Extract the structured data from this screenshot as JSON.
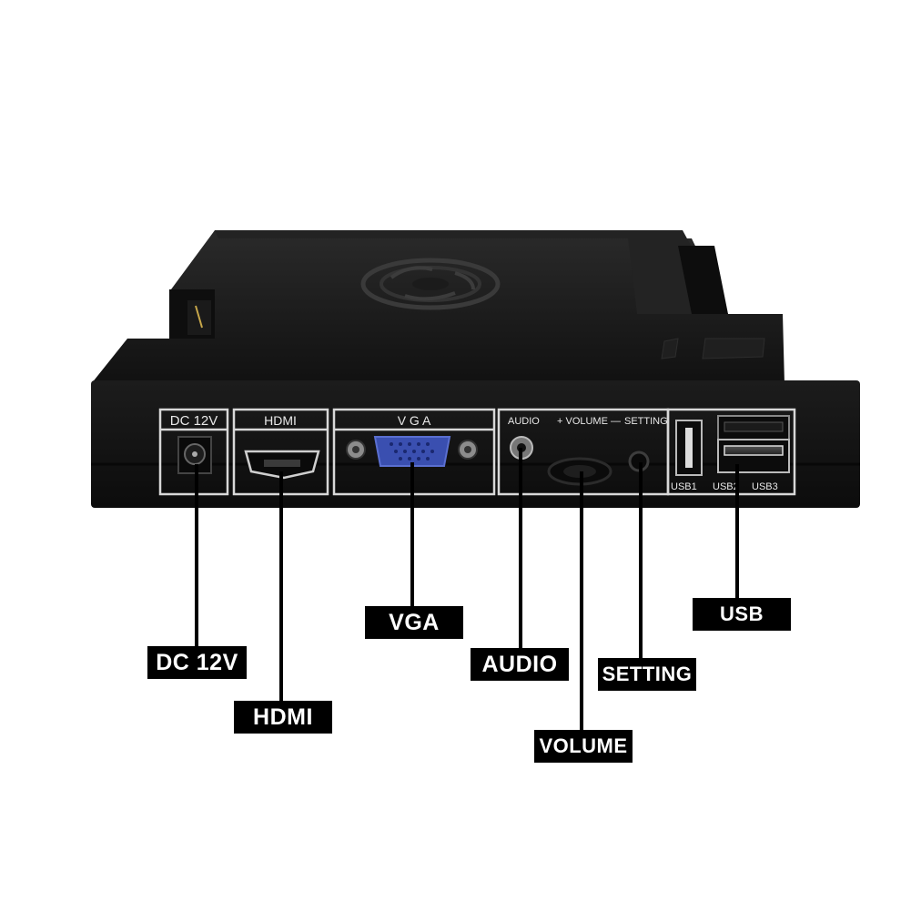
{
  "panel_labels": {
    "dc": "DC 12V",
    "hdmi": "HDMI",
    "vga": "V G A",
    "audio": "AUDIO",
    "volume": "+ VOLUME —",
    "setting": "SETTING",
    "usb1": "USB1",
    "usb2": "USB2",
    "usb3": "USB3"
  },
  "callouts": {
    "dc": "DC 12V",
    "hdmi": "HDMI",
    "vga": "VGA",
    "audio": "AUDIO",
    "volume": "VOLUME",
    "setting": "SETTING",
    "usb": "USB"
  },
  "colors": {
    "device": "#151515",
    "panel_line": "#d8d8d8",
    "vga_connector": "#3a4fb0",
    "callout_bg": "#000000",
    "callout_text": "#ffffff"
  }
}
